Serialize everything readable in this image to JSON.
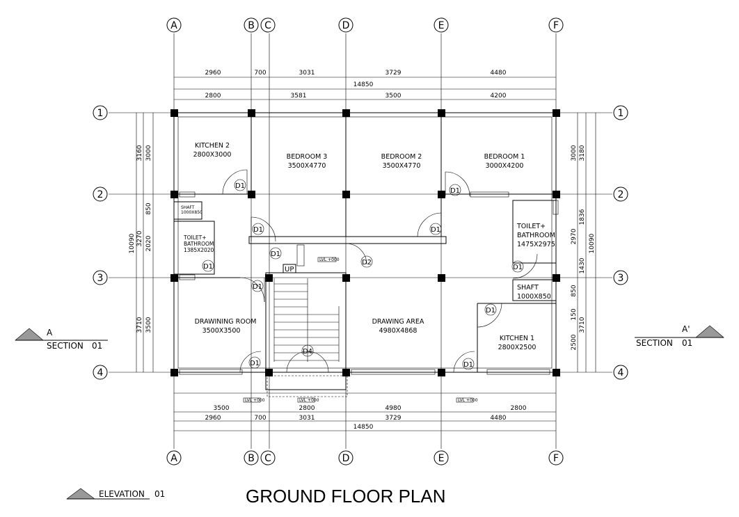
{
  "title": "GROUND FLOOR PLAN",
  "grid_cols": [
    "A",
    "B",
    "C",
    "D",
    "E",
    "F"
  ],
  "grid_rows": [
    "1",
    "2",
    "3",
    "4"
  ],
  "dims_top_1": [
    "2960",
    "700",
    "3031",
    "3729",
    "4480"
  ],
  "dims_top_2": [
    "2800",
    "3581",
    "3500",
    "4200"
  ],
  "dims_top_total": "14850",
  "dims_bottom_1": [
    "3500",
    "2800",
    "4980",
    "2800"
  ],
  "dims_bottom_2": [
    "2960",
    "700",
    "3031",
    "3729",
    "4480"
  ],
  "dims_bottom_total": "14850",
  "dims_left_1": [
    "3160",
    "3270",
    "3710"
  ],
  "dims_left_2": [
    "3000",
    "850",
    "2020",
    "3500"
  ],
  "dims_left_total": "10090",
  "dims_right_1": [
    "3000",
    "2970",
    "850",
    "150",
    "2500"
  ],
  "dims_right_2": [
    "3180",
    "1836",
    "1430",
    "3710"
  ],
  "dims_right_total": "10090",
  "rooms": {
    "kitchen2": {
      "name": "KITCHEN 2",
      "size": "2800X3000"
    },
    "bedroom3": {
      "name": "BEDROOM 3",
      "size": "3500X4770"
    },
    "bedroom2": {
      "name": "BEDROOM 2",
      "size": "3500X4770"
    },
    "bedroom1": {
      "name": "BEDROOM 1",
      "size": "3000X4200"
    },
    "shaft_l": {
      "name": "SHAFT",
      "size": "1000X850"
    },
    "toilet_l": {
      "name": "TOILET+",
      "name2": "BATHROOM",
      "size": "1385X2020"
    },
    "toilet_r": {
      "name": "TOILET+",
      "name2": "BATHROOM",
      "size": "1475X2975"
    },
    "shaft_r": {
      "name": "SHAFT",
      "size": "1000X850"
    },
    "drawing_room": {
      "name": "DRAWINING ROOM",
      "size": "3500X3500"
    },
    "drawing_area": {
      "name": "DRAWING AREA",
      "size": "4980X4868"
    },
    "kitchen1": {
      "name": "KITCHEN 1",
      "size": "2800X2500"
    }
  },
  "doors": {
    "d1": "D1",
    "d2": "D2",
    "d4": "D4"
  },
  "stair_up": "UP",
  "section_left": {
    "label": "A",
    "text": "SECTION",
    "num": "01"
  },
  "section_right": {
    "label": "A'",
    "text": "SECTION",
    "num": "01"
  },
  "elevation": {
    "text": "ELEVATION",
    "num": "01"
  },
  "level_tag": "LVL +000"
}
